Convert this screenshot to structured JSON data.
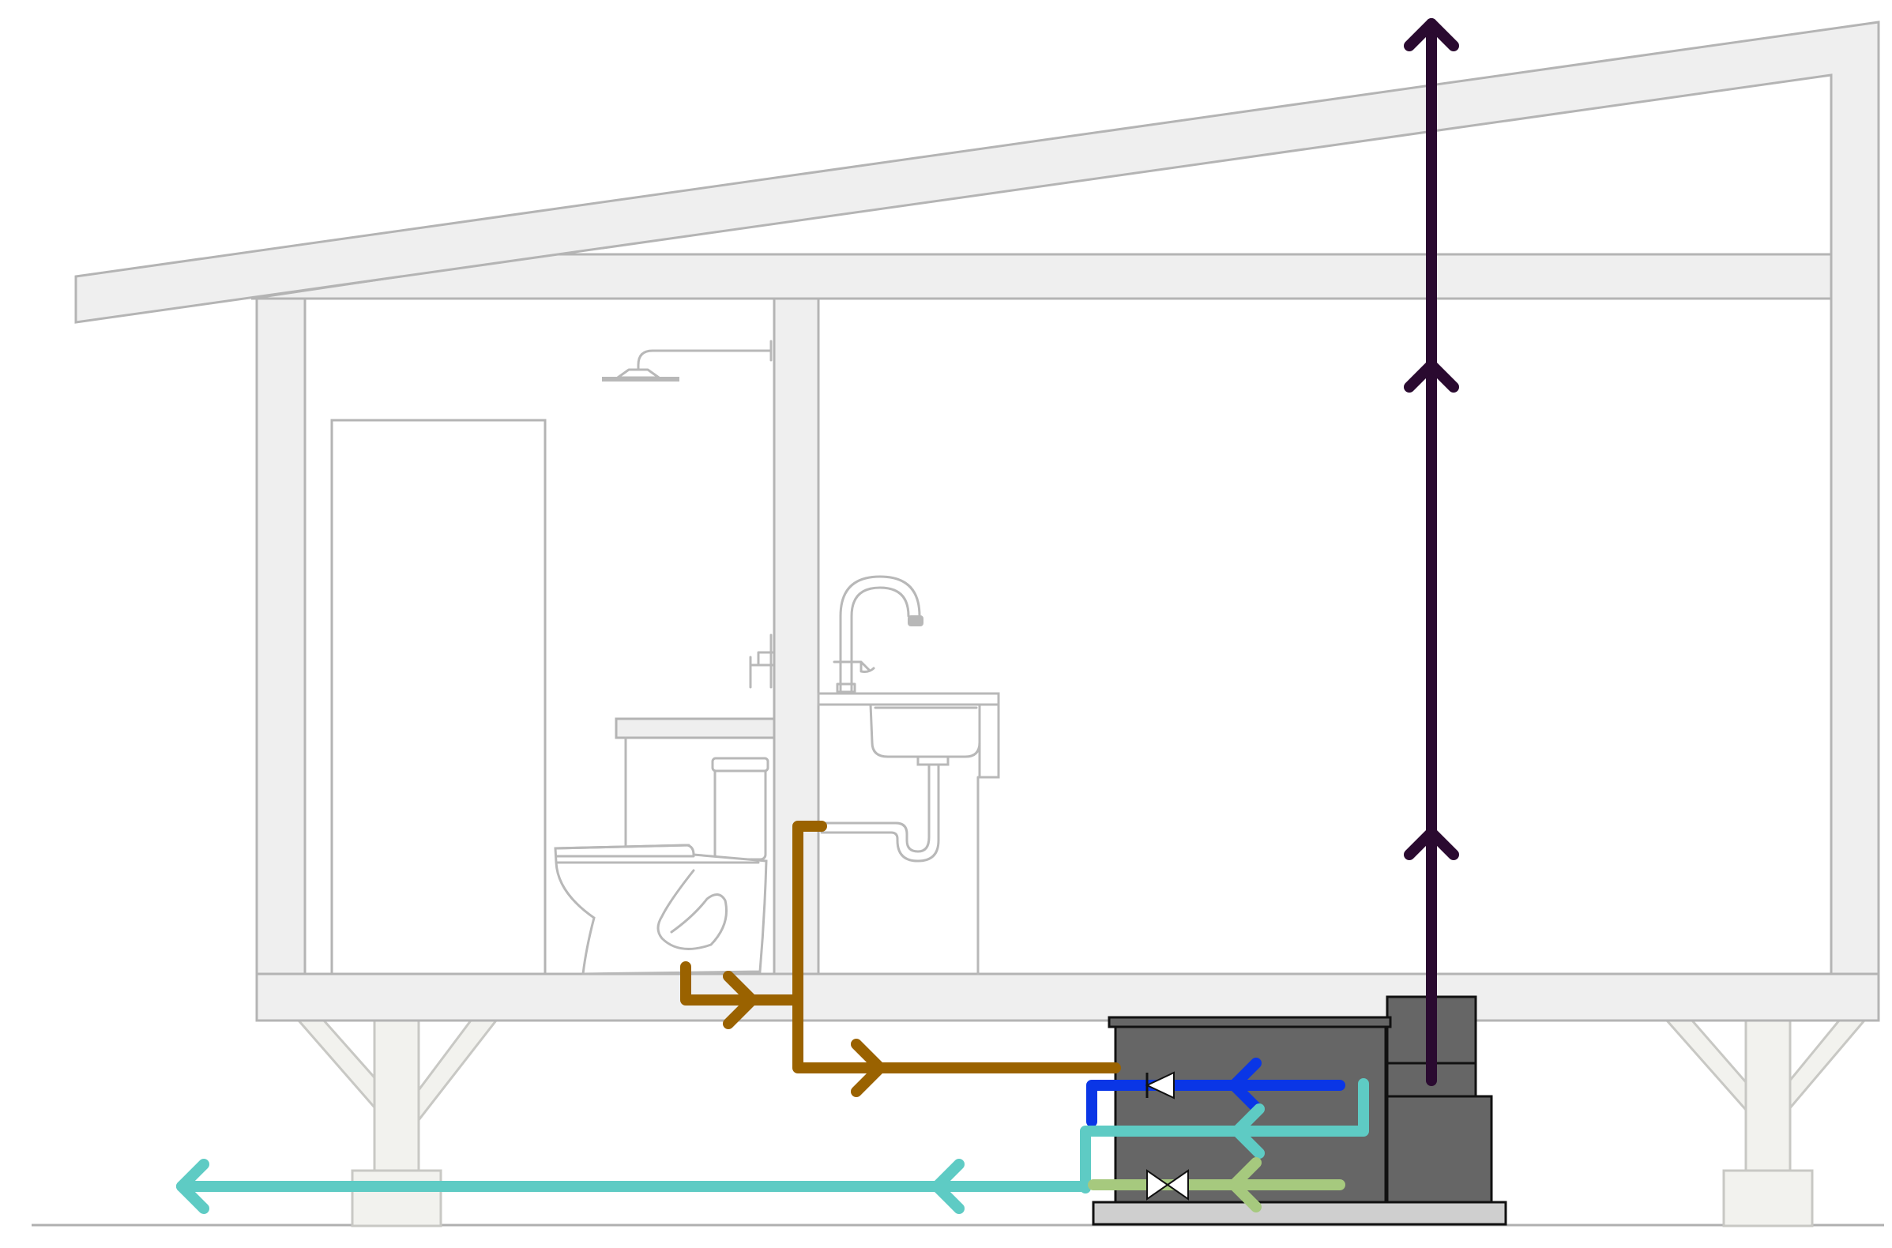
{
  "diagram": {
    "kind": "house-section-plumbing-schematic",
    "colors": {
      "structure_fill": "#efefef",
      "structure_stroke": "#b4b4b4",
      "ground_line": "#b0b0b0",
      "tank": "#666666",
      "tank_base": "#cfcfcf",
      "wastewater": "#9a6200",
      "clean_water": "#0a36e6",
      "treated_water": "#5ecbc4",
      "rain_water": "#a6c97e",
      "exhaust_vent": "#2a0a30"
    },
    "elements": [
      "roof",
      "ceiling-beam",
      "left-wall",
      "right-wall",
      "center-wall",
      "door",
      "floor-slab",
      "foundation-posts",
      "shower-head",
      "shower-mixer",
      "toilet",
      "sink-vanity",
      "faucet",
      "p-trap",
      "treatment-tank",
      "vent-housing",
      "check-valve",
      "gate-valve"
    ],
    "flows": [
      {
        "name": "wastewater",
        "color_key": "wastewater",
        "direction": "to-tank"
      },
      {
        "name": "clean-water",
        "color_key": "clean_water",
        "direction": "left"
      },
      {
        "name": "treated-water",
        "color_key": "treated_water",
        "direction": "left"
      },
      {
        "name": "rain-water",
        "color_key": "rain_water",
        "direction": "left"
      },
      {
        "name": "exhaust-vent",
        "color_key": "exhaust_vent",
        "direction": "up"
      }
    ]
  }
}
